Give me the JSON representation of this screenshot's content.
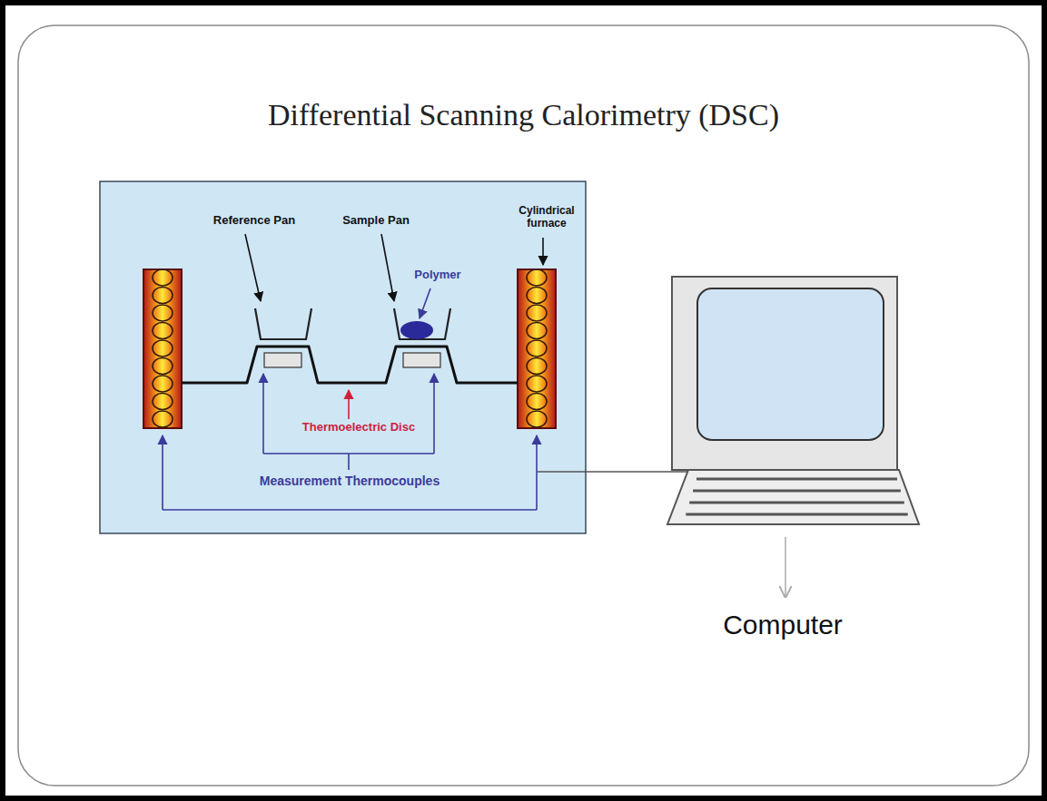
{
  "diagram": {
    "title": "Differential Scanning Calorimetry (DSC)",
    "labels": [
      "Reference Pan",
      "Sample Pan",
      "Cylindrical furnace",
      "Polymer",
      "Thermoelectric Disc",
      "Measurement Thermocouples",
      "Computer"
    ]
  }
}
